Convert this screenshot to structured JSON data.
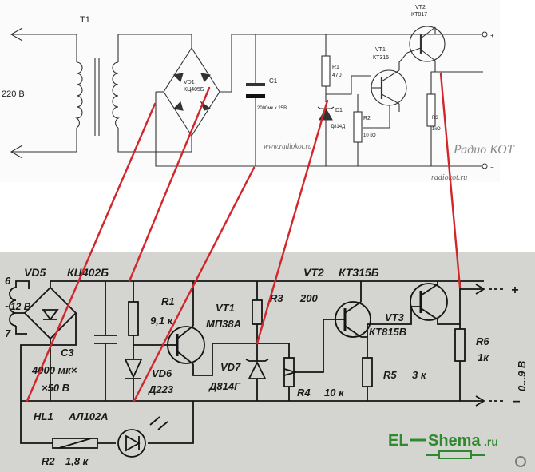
{
  "top": {
    "labels": {
      "t1": "T1",
      "mains": "220 В",
      "vd1_ref": "VD1",
      "vd1_type": "КЦ405Б",
      "c1_ref": "C1",
      "c1_val": "2000мк x 25В",
      "r1_ref": "R1",
      "r1_val": "470",
      "d1_ref": "D1",
      "d1_type": "Д814Д",
      "r2_ref": "R2",
      "r2_val": "10 кО",
      "vt1_ref": "VT1",
      "vt1_type": "КТ315",
      "vt2_ref": "VT2",
      "vt2_type": "КТ817",
      "r3_ref": "R3",
      "r3_val": "1кО",
      "plus": "+",
      "minus": "−",
      "url": "www.radiokot.ru",
      "site": "radiokot.ru",
      "brand": "Радио КОТ"
    }
  },
  "bottom": {
    "labels": {
      "pin6": "6",
      "pin7": "7",
      "sec_voltage": "~12 В",
      "vd5_ref": "VD5",
      "vd5_type": "КЦ402Б",
      "c3_ref": "C3",
      "c3_val1": "4000 мк×",
      "c3_val2": "×50 В",
      "r1_ref": "R1",
      "r1_val": "9,1 к",
      "vd6_ref": "VD6",
      "vd6_type": "Д223",
      "vt1_ref": "VT1",
      "vt1_type": "МП38А",
      "r3_ref": "R3",
      "r3_val": "200",
      "vd7_ref": "VD7",
      "vd7_type": "Д814Г",
      "r4_ref": "R4",
      "r4_val": "10 к",
      "vt2_ref": "VT2",
      "vt2_type": "КТ315Б",
      "vt3_ref": "VT3",
      "vt3_type": "КТ815В",
      "r5_ref": "R5",
      "r5_val": "3 к",
      "r6_ref": "R6",
      "r6_val": "1к",
      "out_range": "0...9 В",
      "hl1_ref": "HL1",
      "hl1_type": "АЛ102А",
      "r2_ref": "R2",
      "r2_val": "1,8 к",
      "plus": "+",
      "minus": "−"
    }
  },
  "logo": {
    "text_a": "EL",
    "text_b": "Shema",
    "tld": ".ru"
  },
  "colors": {
    "top_panel": "#fbfbfb",
    "bottom_panel": "#d4d4d0",
    "wire_top": "#333333",
    "wire_bottom": "#141414",
    "link": "#d2262a",
    "logo": "#2f8a2f"
  }
}
